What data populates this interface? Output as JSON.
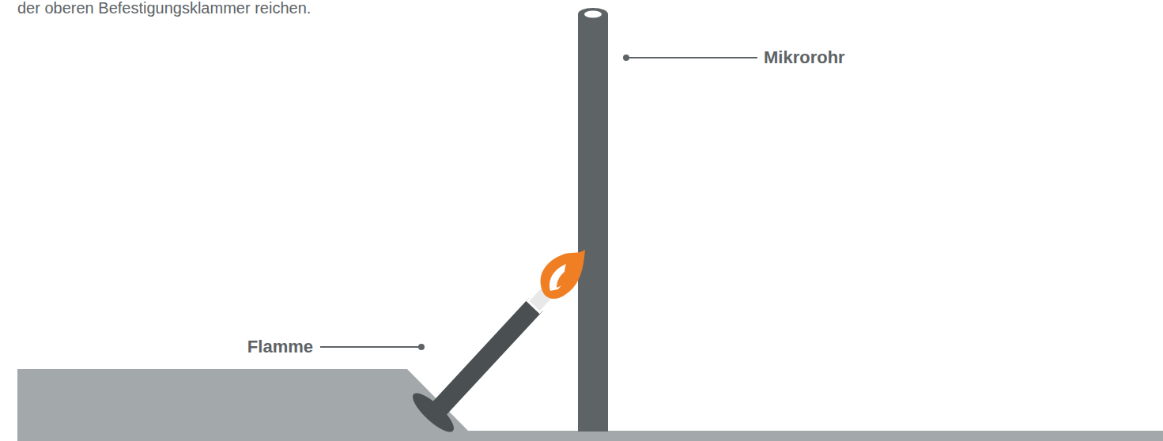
{
  "diagram": {
    "labels": [
      "der oberen Befestigungsklammer reichen.",
      "Mikrorohr",
      "Flamme"
    ]
  }
}
